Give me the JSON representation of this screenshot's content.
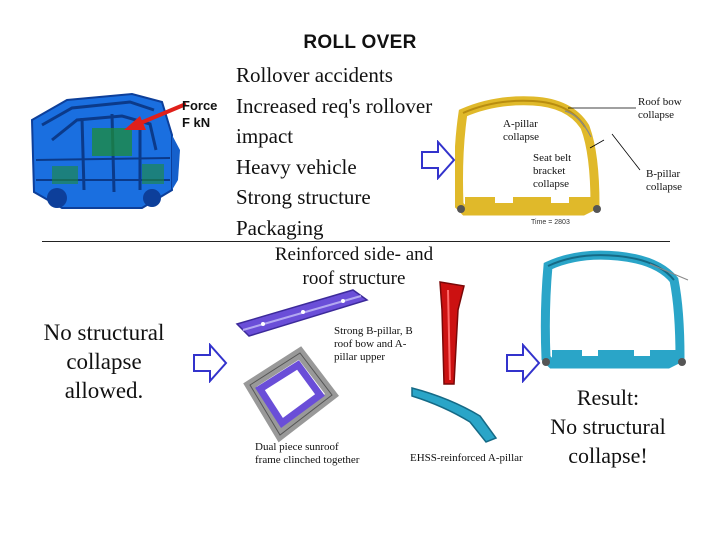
{
  "title": "ROLL OVER",
  "bullets": [
    "Rollover accidents",
    "Increased req's rollover",
    "impact",
    "Heavy vehicle",
    "Strong structure",
    "Packaging"
  ],
  "force_label": [
    "Force",
    "F kN"
  ],
  "sim_labels": {
    "roof_bow": [
      "Roof bow",
      "collapse"
    ],
    "a_pillar": [
      "A-pillar",
      "collapse"
    ],
    "seat_belt": [
      "Seat belt",
      "bracket",
      "collapse"
    ],
    "b_pillar": [
      "B-pillar",
      "collapse"
    ]
  },
  "solution_title": [
    "Reinforced side- and",
    "roof structure"
  ],
  "no_collapse": [
    "No structural",
    "collapse",
    "allowed."
  ],
  "parts": {
    "strong_b_pillar": [
      "Strong B-pillar, B",
      "roof bow and A-",
      "pillar upper"
    ],
    "dual_sunroof": [
      "Dual piece sunroof",
      "frame clinched together"
    ],
    "ehss": "EHSS-reinforced A-pillar"
  },
  "result": [
    "Result:",
    "No structural",
    "collapse!"
  ],
  "colors": {
    "arrow": "#3333cc",
    "red_arrow": "#e0201a",
    "model_blue": "#1166dd",
    "yellow_frame": "#e0b92a",
    "teal_frame": "#2aa5c8",
    "purple_parts": "#6a4ed8",
    "red_part": "#cc1111"
  }
}
